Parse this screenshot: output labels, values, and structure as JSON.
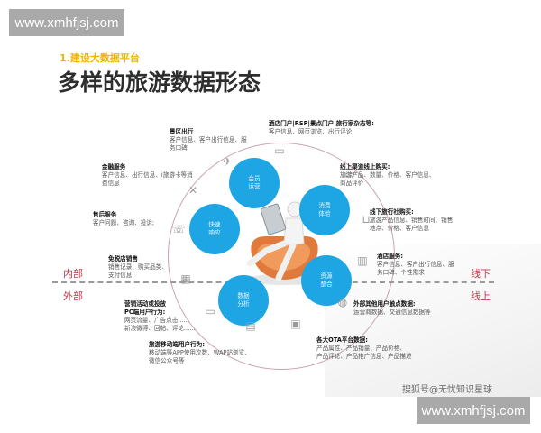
{
  "watermarks": {
    "top": "www.xmhfjsj.com",
    "bottom": "www.xmhfjsj.com"
  },
  "header": {
    "subtitle": "1.建设大数据平台",
    "title": "多样的旅游数据形态"
  },
  "divider_labels": {
    "inner": "内部",
    "outer": "外部",
    "offline": "线下",
    "online": "线上"
  },
  "bubbles": [
    {
      "line1": "会员",
      "line2": "运营"
    },
    {
      "line1": "消费",
      "line2": "体验"
    },
    {
      "line1": "快速",
      "line2": "响应"
    },
    {
      "line1": "资源",
      "line2": "整合"
    },
    {
      "line1": "数据",
      "line2": "分析"
    }
  ],
  "blocks": {
    "hotel_portal": {
      "head": "酒店门户|RSP|景点门户|旅行家杂志等:",
      "body": "客户信息、网页浏览、出行评论"
    },
    "scenic_travel": {
      "head": "景区出行",
      "body": "客户信息、客户出行信息、服务口碑"
    },
    "finance": {
      "head": "金融服务",
      "body": "客户信息、出行信息、i旅游卡等消费信息"
    },
    "after_sales": {
      "head": "售后服务",
      "body": "客户问题、咨询、投诉;"
    },
    "duty_free": {
      "head": "免税店销售",
      "body": "销售记录、购买品类、支付信息;"
    },
    "marketing_pc": {
      "head": "营销活动或投放",
      "head2": "PC端用户行为:",
      "body": "网页流量、广告点击......",
      "body2": "新浪微博、回帖、评论......"
    },
    "mobile": {
      "head": "旅游移动端用户行为:",
      "body": "移动端等APP使用次数、WAP站浏览、微信公众号等"
    },
    "online_purchase": {
      "head": "线上渠道线上购买:",
      "body": "旅游产品、数量、价格、客户信息、商品评价"
    },
    "offline_agency": {
      "head": "线下旅行社购买:",
      "body": "旅游产品信息、销售时间、销售地点、价格、客户信息"
    },
    "hotel_service": {
      "head": "酒店服务:",
      "body": "客户信息、客户出行信息、服务口碑、个性需求"
    },
    "external_touch": {
      "head": "外部其他用户触点数据:",
      "body": "运营商数据、交通信息数据等"
    },
    "ota": {
      "head": "各大OTA平台数据:",
      "body": "产品属性、产品销量、产品价格、",
      "body2": "产品评论、产品推广信息、产品描述"
    }
  },
  "icons": [
    "browser-icon",
    "plane-icon",
    "wrench-icon",
    "phone-icon",
    "cash-register-icon",
    "monitor-icon",
    "calculator-icon",
    "tablet-icon",
    "globe-icon",
    "hotel-icon",
    "basket-icon",
    "card-icon"
  ],
  "footer": {
    "source": "搜狐号@无忧知识星球"
  },
  "colors": {
    "bubble": "#1ea5e3",
    "ring": "#c9a4aa",
    "subtitle": "#f0b400",
    "red_label": "#c0394b"
  }
}
